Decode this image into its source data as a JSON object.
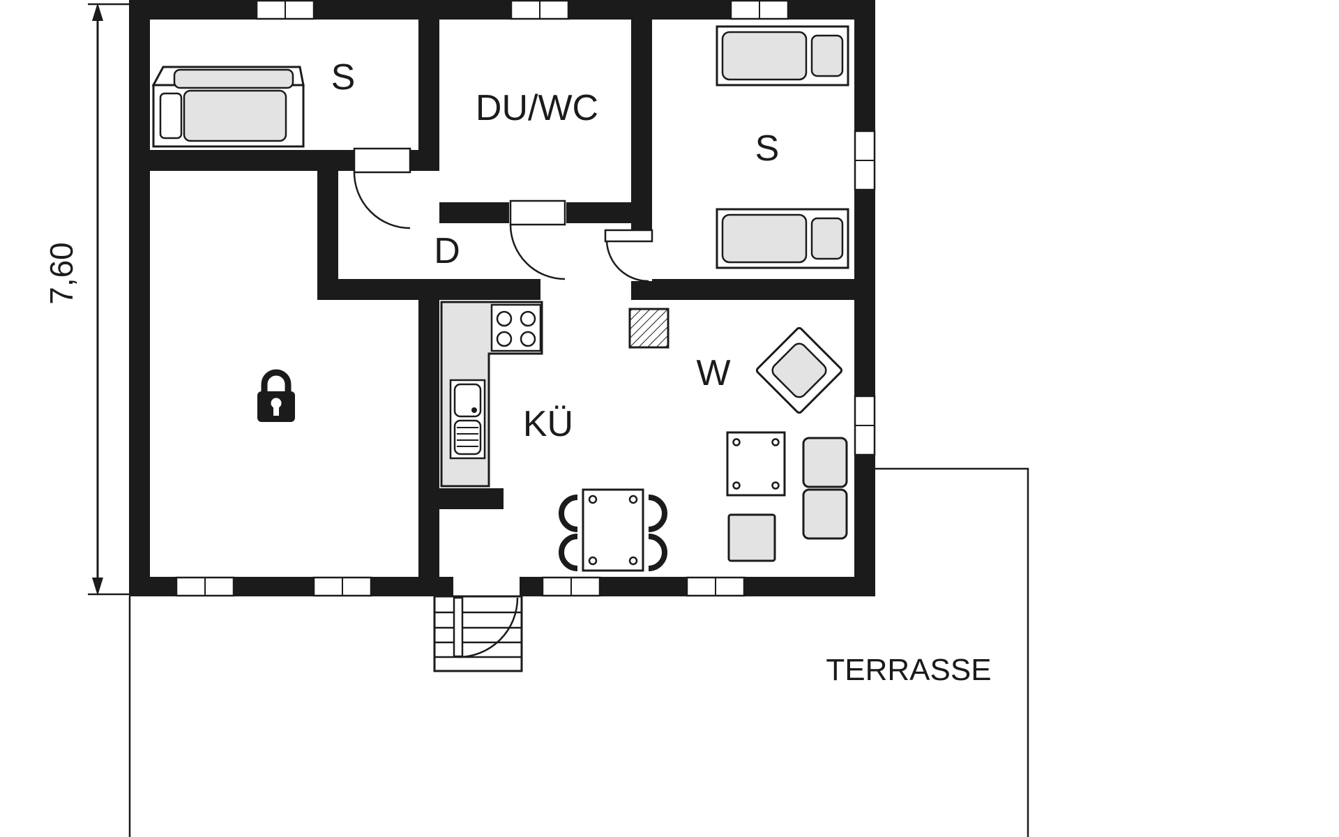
{
  "dimension": {
    "height_label": "7,60"
  },
  "rooms": {
    "bedroom_left": {
      "label": "S"
    },
    "shower_wc": {
      "label": "DU/WC"
    },
    "bedroom_right": {
      "label": "S"
    },
    "hall": {
      "label": "D"
    },
    "kitchen": {
      "label": "KÜ"
    },
    "living_room": {
      "label": "W"
    },
    "terrace": {
      "label": "TERRASSE"
    }
  },
  "colors": {
    "wall": "#1b1b1b",
    "furniture_fill": "#e3e3e3",
    "background": "#ffffff"
  }
}
